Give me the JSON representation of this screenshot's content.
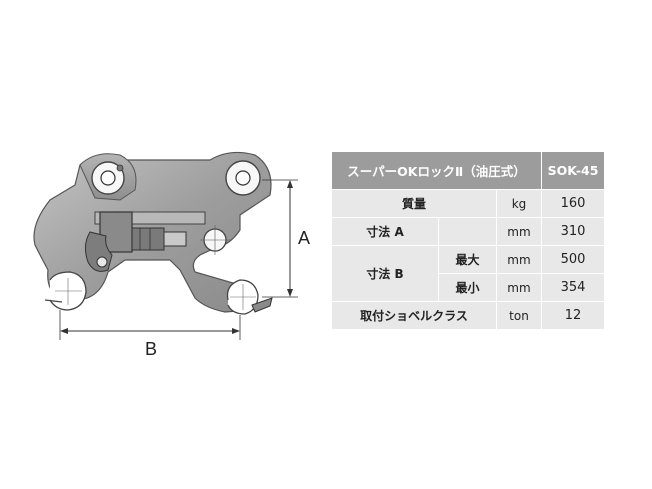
{
  "diagram": {
    "dim_a": "A",
    "dim_b": "B"
  },
  "table": {
    "header": {
      "name": "スーパーOKロックⅡ（油圧式）",
      "model": "SOK-45"
    },
    "rows": [
      {
        "label": "質量",
        "unit": "kg",
        "value": "160"
      },
      {
        "label": "寸法 A",
        "unit": "mm",
        "value": "310"
      },
      {
        "label": "寸法 B",
        "sub": "最大",
        "unit": "mm",
        "value": "500"
      },
      {
        "sub": "最小",
        "unit": "mm",
        "value": "354"
      },
      {
        "label": "取付ショベルクラス",
        "unit": "ton",
        "value": "12"
      }
    ]
  },
  "colors": {
    "header_bg": "#9c9c9c",
    "row_bg": "#e8e8e8",
    "metal": "#9a9a9a"
  }
}
